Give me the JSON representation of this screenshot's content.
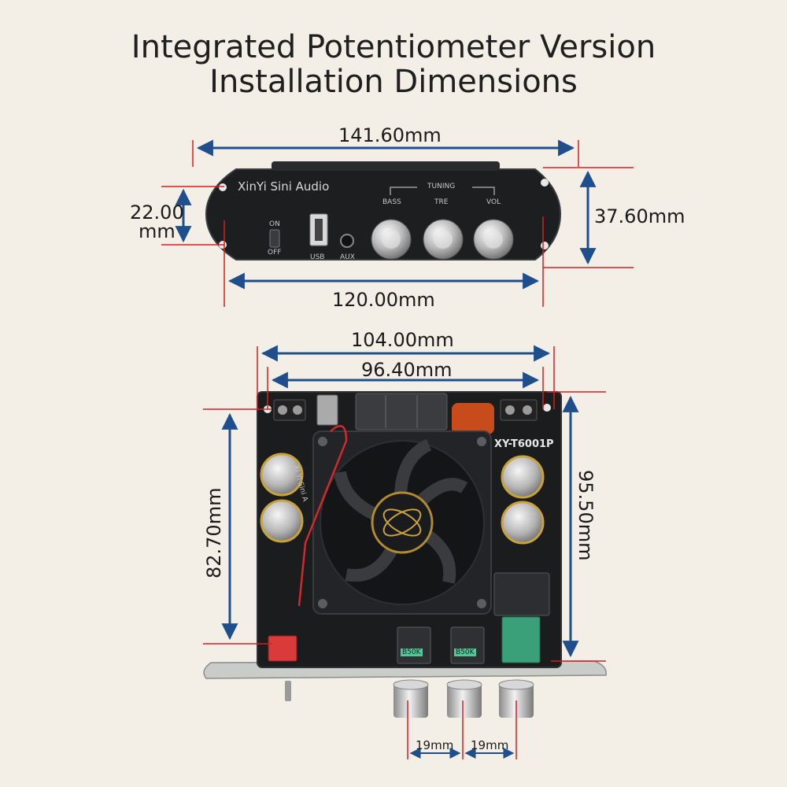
{
  "title": {
    "line1": "Integrated Potentiometer Version",
    "line2": "Installation Dimensions"
  },
  "dimensions": {
    "panel_width": "141.60mm",
    "panel_height": "37.60mm",
    "panel_hole_spacing_v_value": "22.00",
    "panel_hole_spacing_v_unit": "mm",
    "panel_hole_spacing_h": "120.00mm",
    "pcb_width": "104.00mm",
    "pcb_hole_spacing_h": "96.40mm",
    "pcb_height": "95.50mm",
    "pcb_hole_spacing_v": "82.70mm",
    "knob_pitch_1": "19mm",
    "knob_pitch_2": "19mm"
  },
  "front_panel": {
    "brand": "XinYi Sini Audio",
    "tuning_label": "TUNING",
    "bass_label": "BASS",
    "treble_label": "TRE",
    "volume_label": "VOL",
    "usb_label": "USB",
    "aux_label": "AUX",
    "on_label": "ON",
    "off_label": "OFF"
  },
  "pcb": {
    "model": "XY-T6001P",
    "pot1_label": "B50K",
    "pot2_label": "B50K",
    "side_text": "Xi Yi Sini A"
  },
  "colors": {
    "background": "#f4efe6",
    "dimension_line": "#1f4e8c",
    "reference_line": "#d32020",
    "board": "#1b1c1e"
  }
}
